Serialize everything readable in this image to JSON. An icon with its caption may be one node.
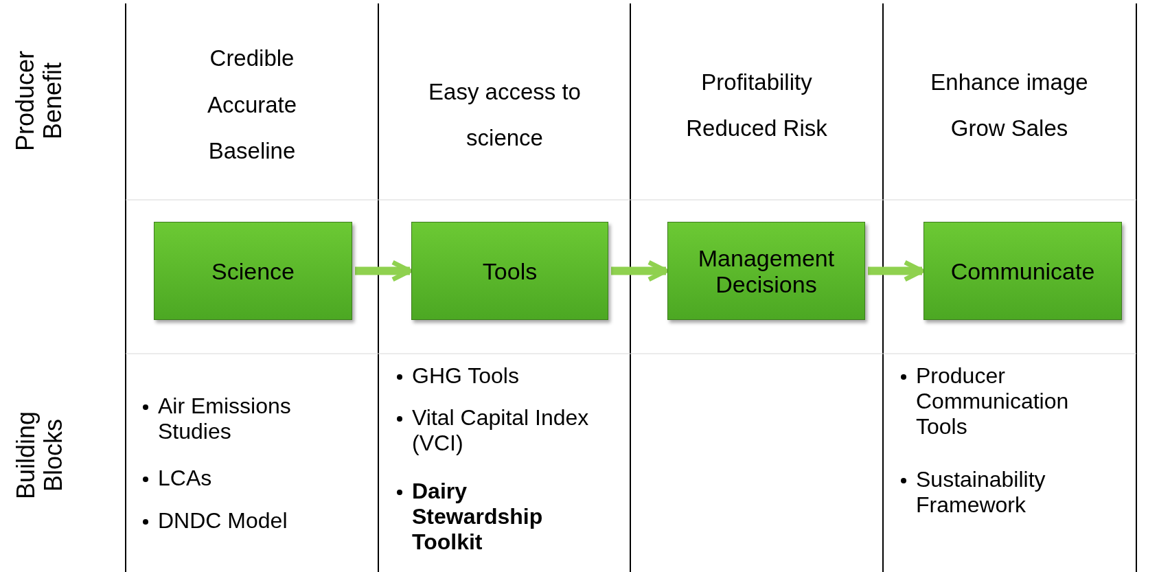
{
  "diagram": {
    "nodes": [
      {
        "text": [
          "Science"
        ]
      },
      {
        "text": [
          "Tools"
        ]
      },
      {
        "text": [
          "Management Decisions"
        ]
      },
      {
        "text": [
          "Communicate"
        ]
      }
    ],
    "edges": [
      {
        "from": 0,
        "to": 1,
        "arrow": "to"
      },
      {
        "from": 1,
        "to": 2,
        "arrow": "to"
      },
      {
        "from": 2,
        "to": 3,
        "arrow": "to"
      }
    ],
    "labels": [
      "Producer Benefit",
      "Credible",
      "Accurate",
      "Baseline",
      "Easy access to science",
      "Profitability",
      "Reduced Risk",
      "Enhance image",
      "Grow Sales",
      "Building Blocks",
      "Air Emissions Studies",
      "LCAs",
      "DNDC Model",
      "GHG Tools",
      "Vital Capital Index (VCI)",
      "Dairy Stewardship Toolkit",
      "Producer Communication Tools",
      "Sustainability Framework"
    ]
  }
}
